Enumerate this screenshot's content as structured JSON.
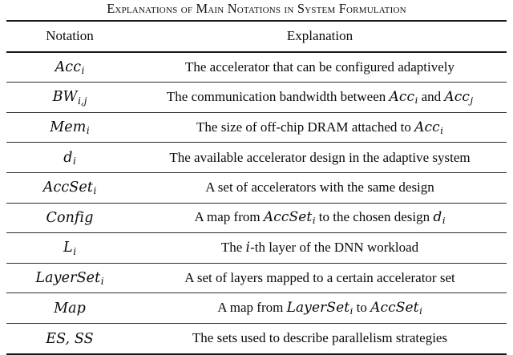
{
  "caption": {
    "text": "Explanations of Main Notations in System Formulation"
  },
  "table": {
    "headers": {
      "notation": "Notation",
      "explanation": "Explanation"
    },
    "rows": [
      {
        "notation_base": "Acc",
        "notation_sub": "i",
        "notation_plain": "Acc_i",
        "explanation_plain": "The accelerator that can be configured adaptively",
        "explanation_parts": [
          {
            "kind": "text",
            "text": "The accelerator that can be configured adaptively"
          }
        ]
      },
      {
        "notation_base": "BW",
        "notation_sub": "i,j",
        "notation_plain": "BW_{i,j}",
        "explanation_plain": "The communication bandwidth between Acc_i and Acc_j",
        "explanation_parts": [
          {
            "kind": "text",
            "text": "The communication bandwidth between "
          },
          {
            "kind": "math",
            "base": "Acc",
            "sub": "i"
          },
          {
            "kind": "text",
            "text": " and "
          },
          {
            "kind": "math",
            "base": "Acc",
            "sub": "j"
          }
        ]
      },
      {
        "notation_base": "Mem",
        "notation_sub": "i",
        "notation_plain": "Mem_i",
        "explanation_plain": "The size of off-chip DRAM attached to Acc_i",
        "explanation_parts": [
          {
            "kind": "text",
            "text": "The size of off-chip DRAM attached to "
          },
          {
            "kind": "math",
            "base": "Acc",
            "sub": "i"
          }
        ]
      },
      {
        "notation_base": "d",
        "notation_sub": "i",
        "notation_plain": "d_i",
        "explanation_plain": "The available accelerator design in the adaptive system",
        "explanation_parts": [
          {
            "kind": "text",
            "text": "The available accelerator design in the adaptive system"
          }
        ]
      },
      {
        "notation_base": "AccSet",
        "notation_sub": "i",
        "notation_plain": "AccSet_i",
        "explanation_plain": "A set of accelerators with the same design",
        "explanation_parts": [
          {
            "kind": "text",
            "text": "A set of accelerators with the same design"
          }
        ]
      },
      {
        "notation_base": "Config",
        "notation_sub": "",
        "notation_plain": "Config",
        "explanation_plain": "A map from AccSet_i to the chosen design d_i",
        "explanation_parts": [
          {
            "kind": "text",
            "text": "A map from "
          },
          {
            "kind": "math",
            "base": "AccSet",
            "sub": "i"
          },
          {
            "kind": "text",
            "text": " to the chosen design "
          },
          {
            "kind": "math",
            "base": "d",
            "sub": "i"
          }
        ]
      },
      {
        "notation_base": "L",
        "notation_sub": "i",
        "notation_plain": "L_i",
        "explanation_plain": "The i-th layer of the DNN workload",
        "explanation_parts": [
          {
            "kind": "text",
            "text": "The "
          },
          {
            "kind": "math",
            "base": "i",
            "sub": ""
          },
          {
            "kind": "text",
            "text": "-th layer of the DNN workload"
          }
        ]
      },
      {
        "notation_base": "LayerSet",
        "notation_sub": "i",
        "notation_plain": "LayerSet_i",
        "explanation_plain": "A set of layers mapped to a certain accelerator set",
        "explanation_parts": [
          {
            "kind": "text",
            "text": "A set of layers mapped to a certain accelerator set"
          }
        ]
      },
      {
        "notation_base": "Map",
        "notation_sub": "",
        "notation_plain": "Map",
        "explanation_plain": "A map from LayerSet_i to AccSet_i",
        "explanation_parts": [
          {
            "kind": "text",
            "text": "A map from "
          },
          {
            "kind": "math",
            "base": "LayerSet",
            "sub": "i"
          },
          {
            "kind": "text",
            "text": " to "
          },
          {
            "kind": "math",
            "base": "AccSet",
            "sub": "i"
          }
        ]
      },
      {
        "notation_base": "ES, SS",
        "notation_sub": "",
        "notation_plain": "ES, SS",
        "explanation_plain": "The sets used to describe parallelism strategies",
        "explanation_parts": [
          {
            "kind": "text",
            "text": "The sets used to describe parallelism strategies"
          }
        ]
      }
    ]
  },
  "colors": {
    "rule": "#161616",
    "text": "#0a0a0a",
    "background": "#ffffff"
  }
}
